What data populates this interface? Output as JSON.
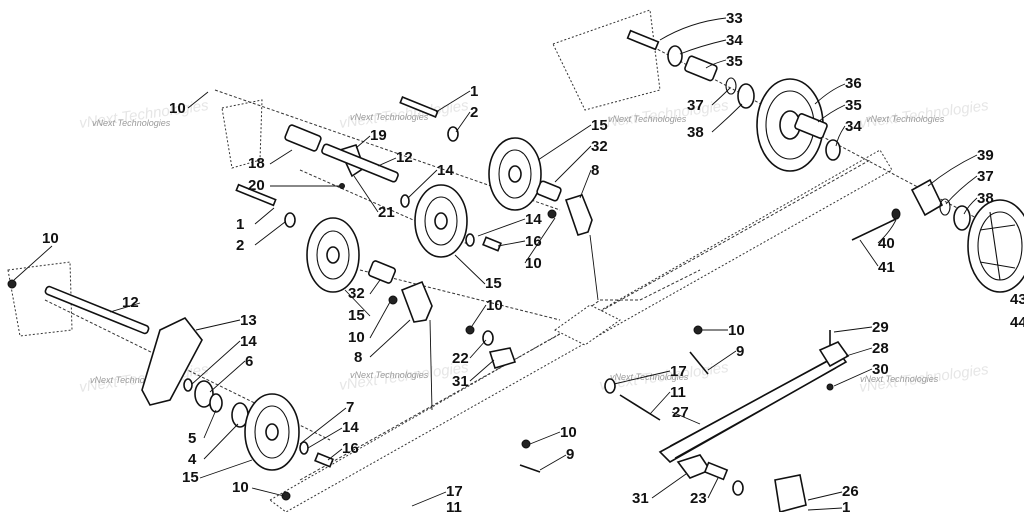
{
  "watermark": "vNext Technologies",
  "callouts": {
    "c33": "33",
    "c34a": "34",
    "c35a": "35",
    "c36": "36",
    "c35b": "35",
    "c34b": "34",
    "c37a": "37",
    "c38a": "38",
    "c39": "39",
    "c37b": "37",
    "c38b": "38",
    "c40": "40",
    "c41": "41",
    "c43": "43",
    "c44": "44",
    "c1a": "1",
    "c2a": "2",
    "c19": "19",
    "c12a": "12",
    "c18": "18",
    "c20": "20",
    "c21": "21",
    "c10a": "10",
    "c15a": "15",
    "c32a": "32",
    "c8a": "8",
    "c14a": "14",
    "c14b": "14",
    "c16a": "16",
    "c10b": "10",
    "c15b": "15",
    "c1b": "1",
    "c2b": "2",
    "c32b": "32",
    "c15c": "15",
    "c10c": "10",
    "c8b": "8",
    "c10d": "10",
    "c12b": "12",
    "c13": "13",
    "c14c": "14",
    "c6": "6",
    "c10e": "10",
    "c22": "22",
    "c31a": "31",
    "c10f": "10",
    "c9a": "9",
    "c17a": "17",
    "c11a": "11",
    "c29": "29",
    "c28": "28",
    "c30": "30",
    "c27": "27",
    "c7": "7",
    "c14d": "14",
    "c16b": "16",
    "c5": "5",
    "c4": "4",
    "c15d": "15",
    "c10g": "10",
    "c9b": "9",
    "c10h": "10",
    "c17b": "17",
    "c11b": "11",
    "c31b": "31",
    "c23": "23",
    "c26": "26",
    "c1c": "1"
  }
}
